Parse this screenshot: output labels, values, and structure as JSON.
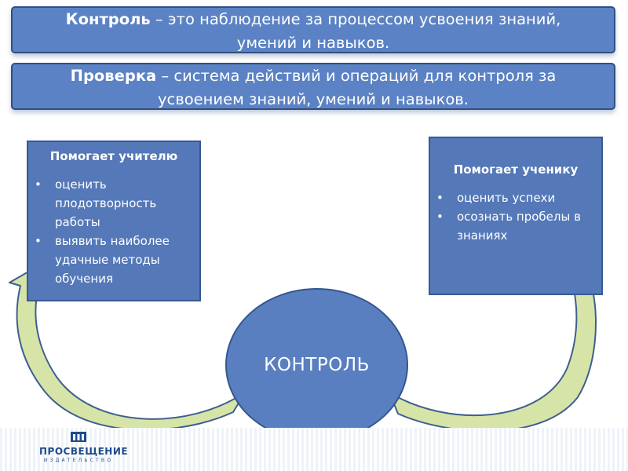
{
  "definitions": {
    "control": {
      "term": "Контроль",
      "rest_line1": " – это наблюдение за процессом усвоения знаний,",
      "line2": "умений и навыков."
    },
    "check": {
      "term": "Проверка",
      "rest_line1": " – система действий и операций для контроля за",
      "line2": "усвоением знаний, умений и навыков."
    }
  },
  "teacher_box": {
    "title": "Помогает учителю",
    "items": [
      {
        "lines": [
          "оценить",
          "плодотворность",
          "работы"
        ]
      },
      {
        "lines": [
          "выявить наиболее",
          "удачные методы",
          "обучения"
        ]
      }
    ]
  },
  "student_box": {
    "title": "Помогает ученику",
    "items": [
      {
        "lines": [
          "оценить успехи"
        ]
      },
      {
        "lines": [
          "осознать пробелы в",
          "знаниях"
        ]
      }
    ]
  },
  "center": {
    "label": "КОНТРОЛЬ"
  },
  "footer": {
    "logo_name": "ПРОСВЕЩЕНИЕ",
    "logo_sub": "ИЗДАТЕЛЬСТВО"
  },
  "colors": {
    "box_fill": "#5b82c4",
    "box_border": "#2f4f84",
    "arrow_fill": "#d6e4a8",
    "arrow_stroke": "#3f5f8f",
    "text": "#ffffff"
  }
}
